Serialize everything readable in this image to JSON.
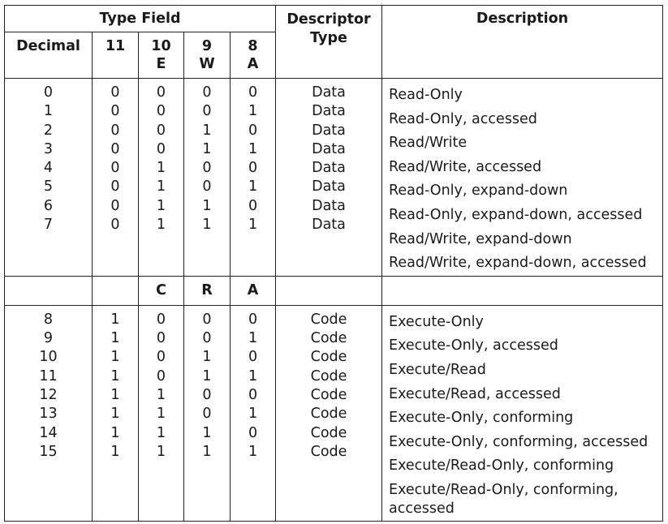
{
  "headers": {
    "type_field": "Type Field",
    "descriptor_type": [
      "Descriptor",
      "Type"
    ],
    "description": "Description",
    "decimal": "Decimal",
    "bit11": "11",
    "bit10": [
      "10",
      "E"
    ],
    "bit9": [
      "9",
      "W"
    ],
    "bit8": [
      "8",
      "A"
    ]
  },
  "data_rows": {
    "decimal": [
      "0",
      "1",
      "2",
      "3",
      "4",
      "5",
      "6",
      "7"
    ],
    "b11": [
      "0",
      "0",
      "0",
      "0",
      "0",
      "0",
      "0",
      "0"
    ],
    "b10": [
      "0",
      "0",
      "0",
      "0",
      "1",
      "1",
      "1",
      "1"
    ],
    "b9": [
      "0",
      "0",
      "1",
      "1",
      "0",
      "0",
      "1",
      "1"
    ],
    "b8": [
      "0",
      "1",
      "0",
      "1",
      "0",
      "1",
      "0",
      "1"
    ],
    "type": [
      "Data",
      "Data",
      "Data",
      "Data",
      "Data",
      "Data",
      "Data",
      "Data"
    ],
    "descriptions": [
      "Read-Only",
      "Read-Only, accessed",
      "Read/Write",
      "Read/Write, accessed",
      "Read-Only, expand-down",
      "Read-Only, expand-down, accessed",
      "Read/Write, expand-down",
      "Read/Write, expand-down, accessed"
    ]
  },
  "code_header": {
    "b10": "C",
    "b9": "R",
    "b8": "A"
  },
  "code_rows": {
    "decimal": [
      "8",
      "9",
      "10",
      "11",
      "12",
      "13",
      "14",
      "15"
    ],
    "b11": [
      "1",
      "1",
      "1",
      "1",
      "1",
      "1",
      "1",
      "1"
    ],
    "b10": [
      "0",
      "0",
      "0",
      "0",
      "1",
      "1",
      "1",
      "1"
    ],
    "b9": [
      "0",
      "0",
      "1",
      "1",
      "0",
      "0",
      "1",
      "1"
    ],
    "b8": [
      "0",
      "1",
      "0",
      "1",
      "0",
      "1",
      "0",
      "1"
    ],
    "type": [
      "Code",
      "Code",
      "Code",
      "Code",
      "Code",
      "Code",
      "Code",
      "Code"
    ],
    "descriptions": [
      "Execute-Only",
      "Execute-Only, accessed",
      "Execute/Read",
      "Execute/Read, accessed",
      "Execute-Only, conforming",
      "Execute-Only, conforming, accessed",
      "Execute/Read-Only, conforming"
    ],
    "last_description": [
      "Execute/Read-Only, conforming,",
      "accessed"
    ]
  }
}
